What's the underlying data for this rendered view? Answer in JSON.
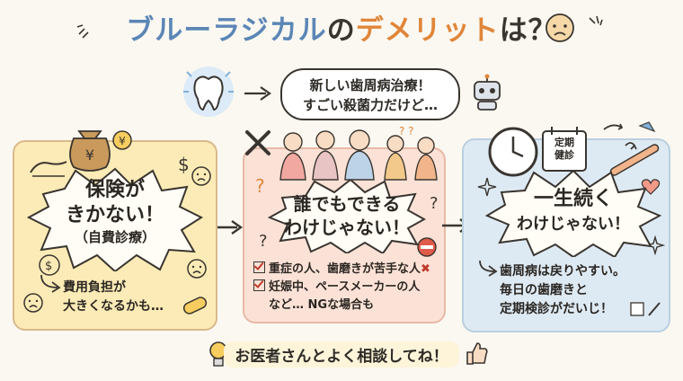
{
  "title": {
    "part1": "ブルーラジカル",
    "part2": "の",
    "part3": "デメリット",
    "part4": "は？"
  },
  "speech": {
    "line1": "新しい歯周病治療！",
    "line2": "すごい殺菌力だけど…"
  },
  "panel1": {
    "heading1": "保険が",
    "heading2": "きかない！",
    "note": "（自費診療）",
    "sub1": "費用負担が",
    "sub2": "大きくなるかも…"
  },
  "panel2": {
    "heading1": "誰でもできる",
    "heading2": "わけじゃない！",
    "item1": "重症の人、歯磨きが苦手な人",
    "item2": "妊娠中、ペースメーカーの人",
    "item3": "など… NGな場合も"
  },
  "panel3": {
    "heading1": "一生続く",
    "heading2": "わけじゃない！",
    "sub1": "歯周病は戻りやすい。",
    "sub2": "毎日の歯磨きと",
    "sub3": "定期検診がだいじ！",
    "calendar1": "定期",
    "calendar2": "健診"
  },
  "footer": {
    "text": "お医者さんとよく相談してね！"
  },
  "colors": {
    "blue": "#5b86b6",
    "orange": "#e0863a",
    "yellow_panel": "#fcebb6",
    "pink_panel": "#fce2d6",
    "blue_panel": "#deeaf3"
  }
}
